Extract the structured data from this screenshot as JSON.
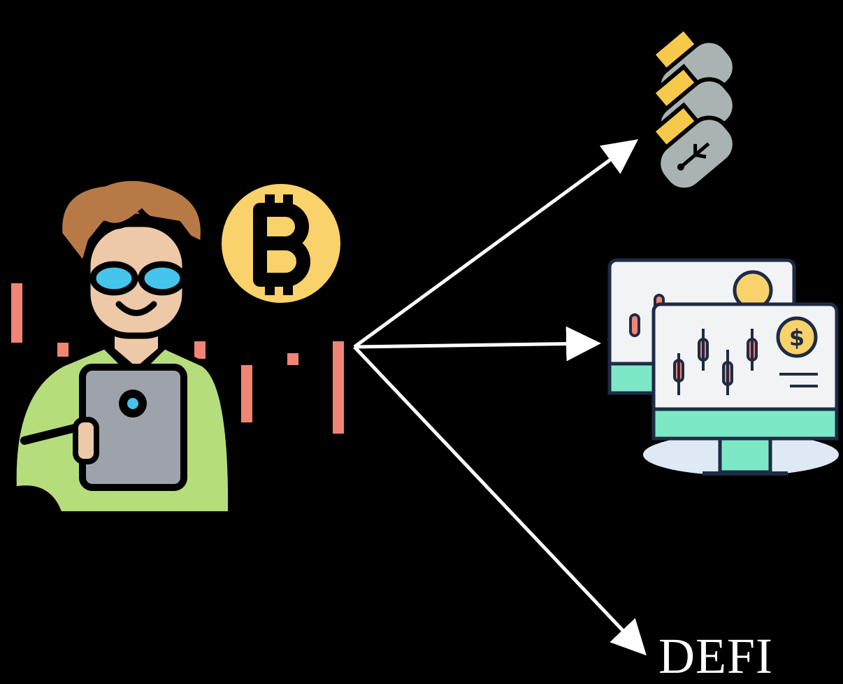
{
  "diagram": {
    "nodes": [
      {
        "id": "trader",
        "icon": "crypto-trader-icon"
      },
      {
        "id": "hardware-wallets",
        "icon": "usb-hardware-wallet-icon"
      },
      {
        "id": "trading-platforms",
        "icon": "trading-monitor-icon"
      },
      {
        "id": "defi",
        "label": "DEFI"
      }
    ],
    "edges": [
      {
        "from": "trader",
        "to": "hardware-wallets"
      },
      {
        "from": "trader",
        "to": "trading-platforms"
      },
      {
        "from": "trader",
        "to": "defi"
      }
    ]
  },
  "colors": {
    "background": "#000000",
    "arrow": "#ffffff",
    "bitcoin": "#f9d26b",
    "candle_red": "#f08573",
    "shirt": "#b6dd7c",
    "hair": "#b77a46",
    "usb_body": "#aab3b3",
    "usb_connector": "#f7c94b",
    "monitor_base": "#7de8c6"
  }
}
